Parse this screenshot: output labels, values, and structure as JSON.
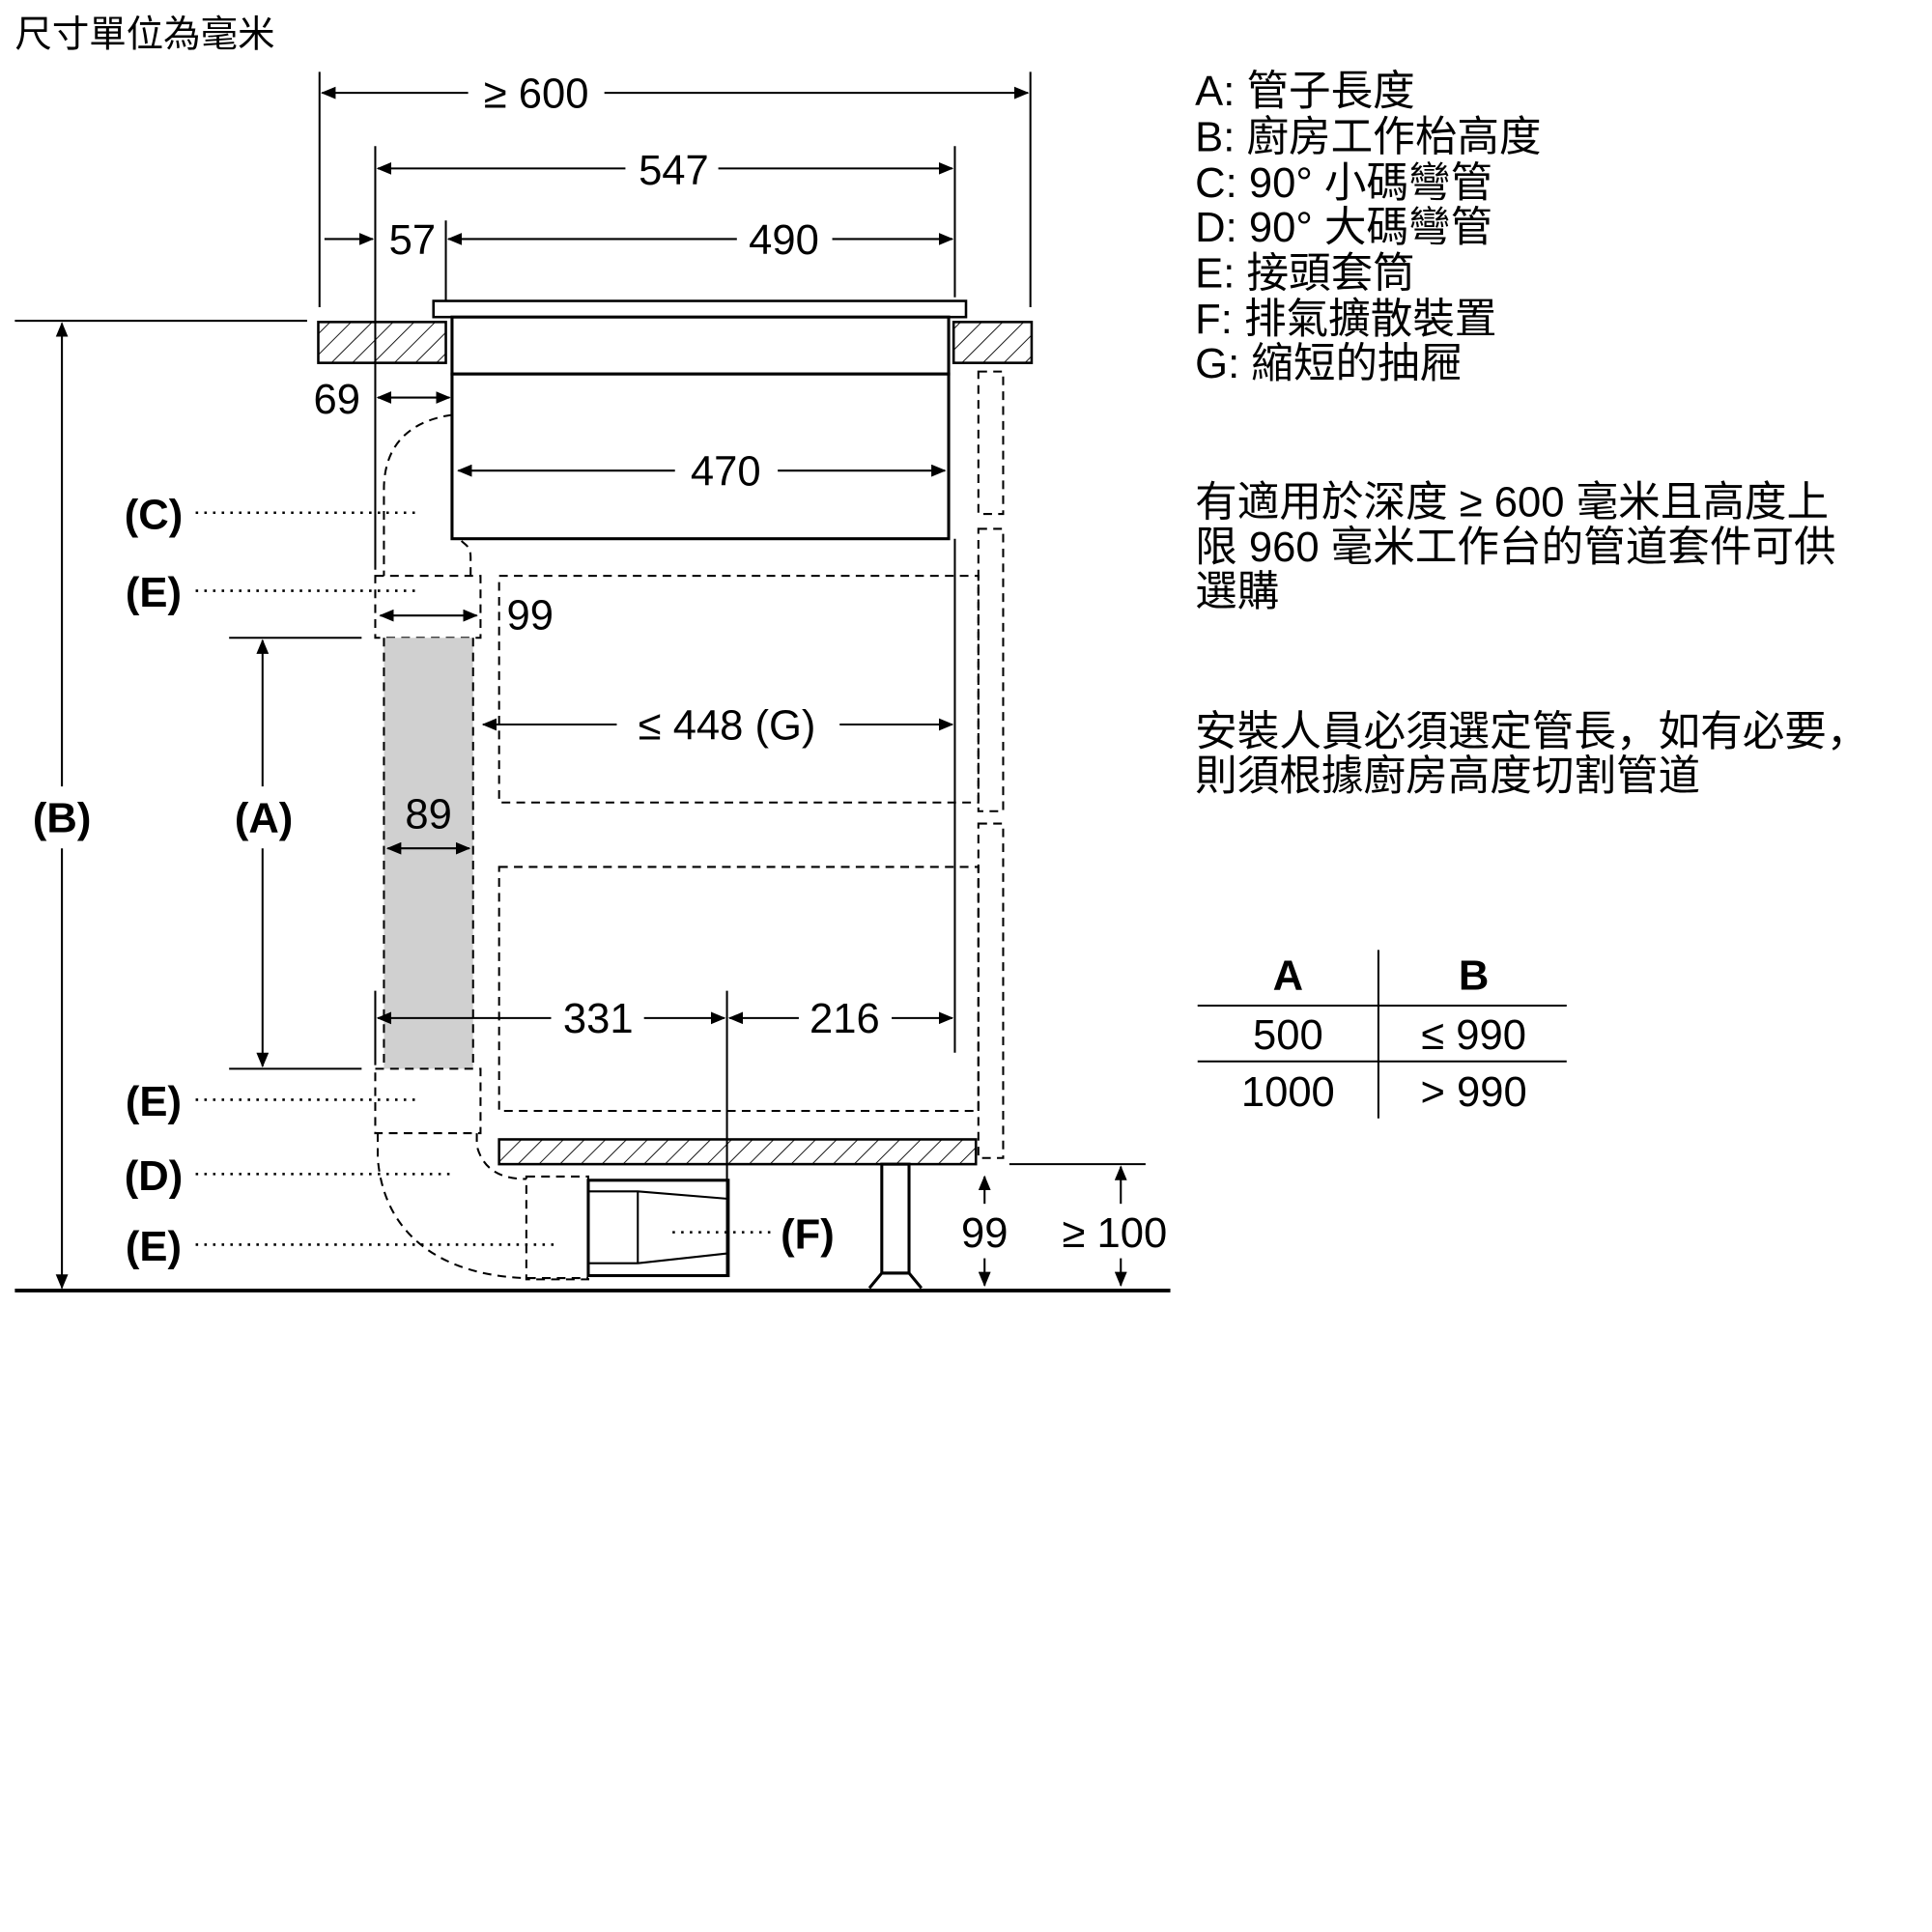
{
  "title": "尺寸單位為毫米",
  "dimensions": {
    "overall_width": "≥ 600",
    "cooktop_width": "547",
    "edge_offset": "57",
    "inner_width": "490",
    "duct_offset": "69",
    "body_width": "470",
    "connector_width": "99",
    "drawer_depth": "≤ 448 (G)",
    "pipe_width": "89",
    "duct_to_mid": "331",
    "mid_to_back": "216",
    "plinth_clearance": "99",
    "floor_clearance": "≥ 100"
  },
  "part_labels": {
    "A": "(A)",
    "B": "(B)",
    "C": "(C)",
    "D": "(D)",
    "E1": "(E)",
    "E2": "(E)",
    "E3": "(E)",
    "F": "(F)"
  },
  "legend": [
    "A: 管子長度",
    "B: 廚房工作枱高度",
    "C: 90° 小碼彎管",
    "D: 90° 大碼彎管",
    "E: 接頭套筒",
    "F: 排氣擴散裝置",
    "G: 縮短的抽屜"
  ],
  "notes": {
    "kit": [
      "有適用於深度 ≥ 600 毫米且高度上",
      "限 960 毫米工作台的管道套件可供",
      "選購"
    ],
    "installer": [
      "安裝人員必須選定管長，如有必要，",
      "則須根據廚房高度切割管道"
    ]
  },
  "table": {
    "headers": [
      "A",
      "B"
    ],
    "rows": [
      [
        "500",
        "≤ 990"
      ],
      [
        "1000",
        "> 990"
      ]
    ]
  }
}
